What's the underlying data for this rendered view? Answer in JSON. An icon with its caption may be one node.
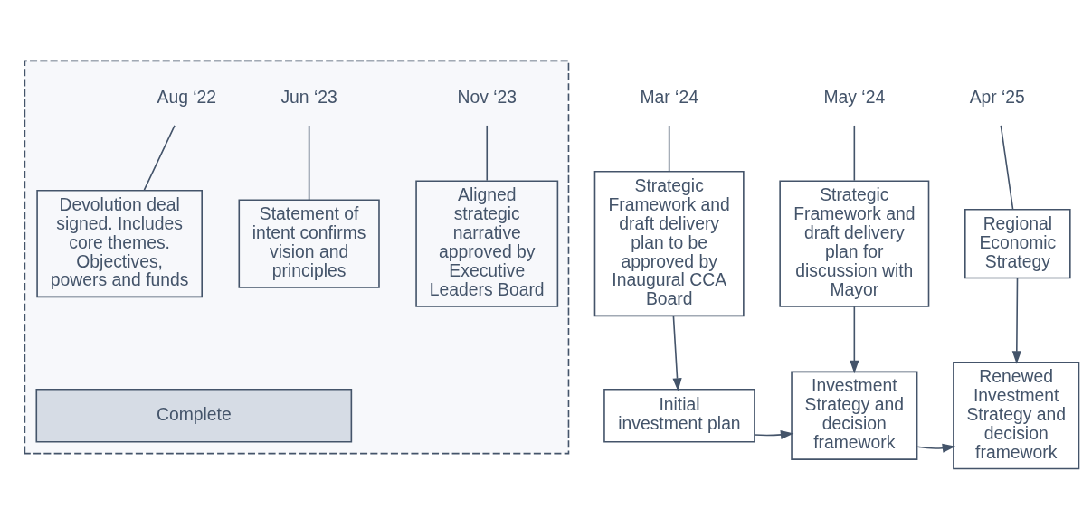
{
  "diagram": {
    "nodes": [
      {
        "text": [],
        "shape": "box"
      },
      {
        "text": [
          "Complete"
        ],
        "in": 0
      },
      {
        "text": [
          "Aug ‘22"
        ],
        "in": 0
      },
      {
        "text": [
          "Devolution deal signed. Includes core themes. Objectives, powers and funds"
        ],
        "in": 0
      },
      {
        "text": [
          "Jun ‘23"
        ],
        "in": 0
      },
      {
        "text": [
          "Statement of intent confirms vision and principles"
        ],
        "in": 0
      },
      {
        "text": [
          "Nov ‘23"
        ],
        "in": 0
      },
      {
        "text": [
          "Aligned strategic narrative approved by Executive Leaders Board"
        ],
        "in": 0
      },
      {
        "text": [
          "Mar ‘24"
        ]
      },
      {
        "text": [
          "Strategic Framework and draft delivery plan to be approved by Inaugural CCA Board"
        ]
      },
      {
        "text": [
          "May ‘24"
        ]
      },
      {
        "text": [
          "Strategic Framework and draft delivery plan for discussion with Mayor"
        ]
      },
      {
        "text": [
          "Apr ‘25"
        ]
      },
      {
        "text": [
          "Regional Economic Strategy"
        ]
      },
      {
        "text": [
          "Initial investment plan"
        ]
      },
      {
        "text": [
          "Investment Strategy and decision framework"
        ]
      },
      {
        "text": [
          "Renewed Investment Strategy and decision framework"
        ]
      }
    ],
    "edges": [
      {
        "from": 2,
        "to": 3,
        "arrow": "none"
      },
      {
        "from": 4,
        "to": 5,
        "arrow": "none"
      },
      {
        "from": 6,
        "to": 7,
        "arrow": "none"
      },
      {
        "from": 8,
        "to": 9,
        "arrow": "none"
      },
      {
        "from": 10,
        "to": 11,
        "arrow": "none"
      },
      {
        "from": 12,
        "to": 13,
        "arrow": "none"
      },
      {
        "from": 9,
        "to": 14,
        "arrow": "to"
      },
      {
        "from": 11,
        "to": 15,
        "arrow": "to"
      },
      {
        "from": 14,
        "to": 15,
        "arrow": "to"
      },
      {
        "from": 15,
        "to": 16,
        "arrow": "to"
      },
      {
        "from": 13,
        "to": 16,
        "arrow": "to"
      }
    ]
  }
}
